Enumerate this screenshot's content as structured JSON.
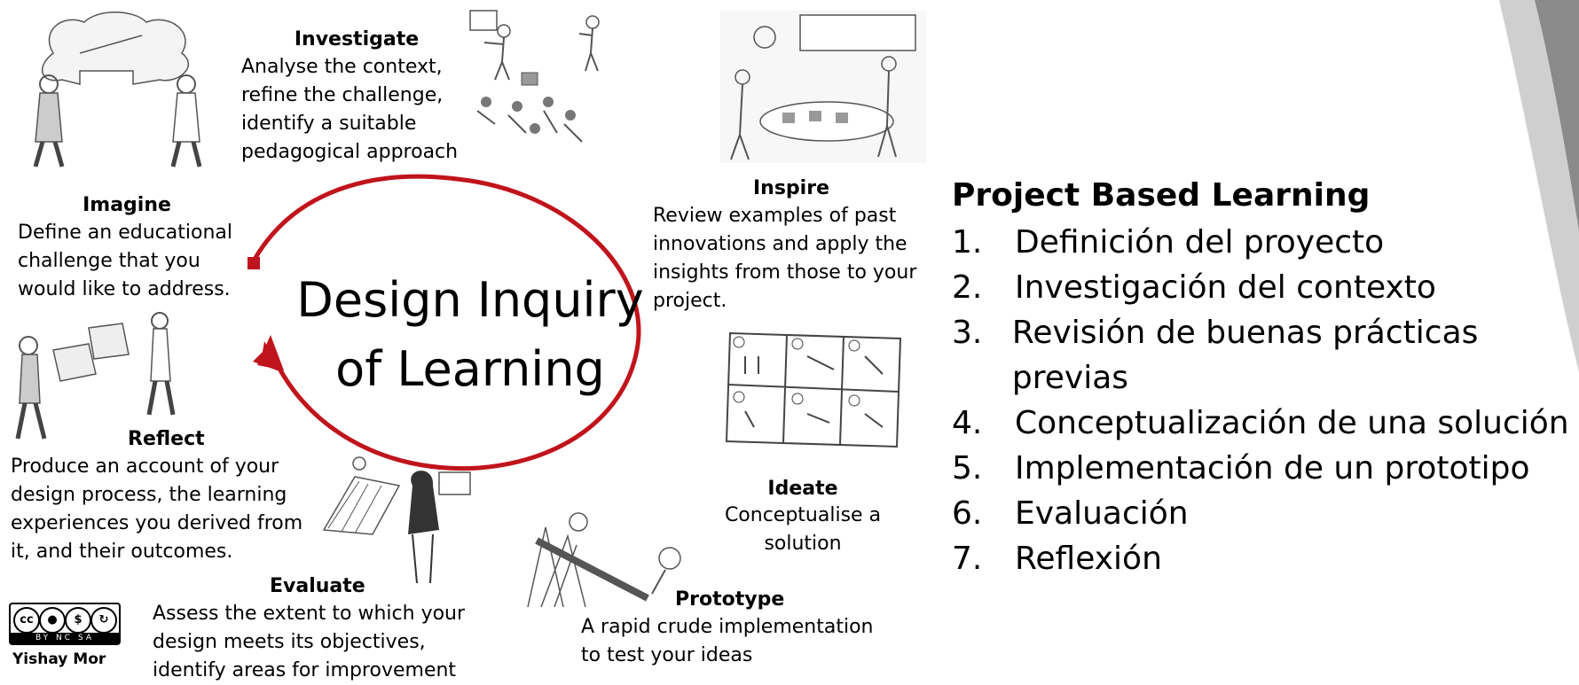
{
  "center_title": [
    "Design Inquiry",
    "of Learning"
  ],
  "stages": {
    "investigate": {
      "title": "Investigate",
      "desc": [
        "Analyse the context,",
        "refine the challenge,",
        "identify a suitable",
        "pedagogical approach"
      ]
    },
    "imagine": {
      "title": "Imagine",
      "desc": [
        "Define an educational",
        "challenge that you",
        "would like to address."
      ]
    },
    "inspire": {
      "title": "Inspire",
      "desc": [
        "Review examples of past",
        "innovations and apply the",
        "insights from those to your",
        "project."
      ]
    },
    "reflect": {
      "title": "Reflect",
      "desc": [
        "Produce an account of your",
        "design process, the learning",
        "experiences you derived from",
        "it, and their outcomes."
      ]
    },
    "ideate": {
      "title": "Ideate",
      "desc": [
        "Conceptualise a solution"
      ]
    },
    "evaluate": {
      "title": "Evaluate",
      "desc": [
        "Assess the extent to which your",
        "design meets its objectives,",
        "identify areas for improvement"
      ]
    },
    "prototype": {
      "title": "Prototype",
      "desc": [
        "A rapid crude implementation",
        "to test your ideas"
      ]
    }
  },
  "license": {
    "badge": [
      "cc",
      "BY",
      "NC",
      "SA"
    ],
    "author": "Yishay Mor"
  },
  "pbl": {
    "title": "Project Based Learning",
    "items": [
      {
        "num": "1.",
        "text": "Definición del proyecto"
      },
      {
        "num": "2.",
        "text": "Investigación del contexto"
      },
      {
        "num": "3.",
        "text": "Revisión de buenas prácticas previas"
      },
      {
        "num": "4.",
        "text": "Conceptualización de una solución"
      },
      {
        "num": "5.",
        "text": "Implementación de un prototipo"
      },
      {
        "num": "6.",
        "text": "Evaluación"
      },
      {
        "num": "7.",
        "text": "Reflexión"
      }
    ]
  },
  "colors": {
    "cycle": "#c0141c",
    "sketch": "#555555",
    "deco_dark": "#8a8a8a",
    "deco_light": "#cfcfcf"
  }
}
